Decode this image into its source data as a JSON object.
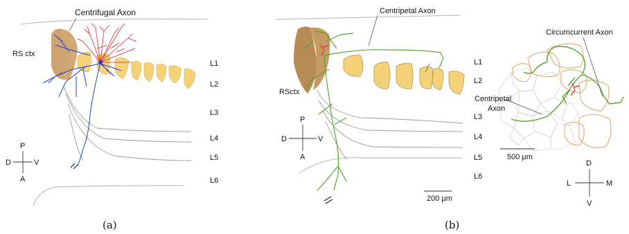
{
  "panel_a": {
    "title": "Centrifugal Axon",
    "region": "RS ctx",
    "layers": [
      "L1",
      "L2",
      "L3",
      "L4",
      "L5",
      "L6"
    ],
    "compass": {
      "top": "P",
      "bottom": "A",
      "left": "D",
      "right": "V"
    },
    "caption": "(a)"
  },
  "panel_b": {
    "title": "Centripetal Axon",
    "region": "RSctx",
    "layers": [
      "L1",
      "L2",
      "L3",
      "L4",
      "L5",
      "L6"
    ],
    "compass": {
      "top": "P",
      "bottom": "A",
      "left": "D",
      "right": "V"
    },
    "scale": "200 µm",
    "caption": "(b)"
  },
  "panel_c": {
    "circumcurrent_label": "Circumcurrent Axon",
    "centripetal_label_line1": "Centripetal",
    "centripetal_label_line2": "Axon",
    "scale": "500 µm",
    "compass": {
      "top": "D",
      "bottom": "V",
      "left": "L",
      "right": "M"
    }
  },
  "colors": {
    "barrel_fill": "#f3d27a",
    "rs_fill": "#c89a63",
    "axon_blue": "#1f3fcf",
    "dendrite_red": "#e0202a",
    "axon_green": "#5aa332",
    "outline_gray": "#9a9a9a"
  }
}
